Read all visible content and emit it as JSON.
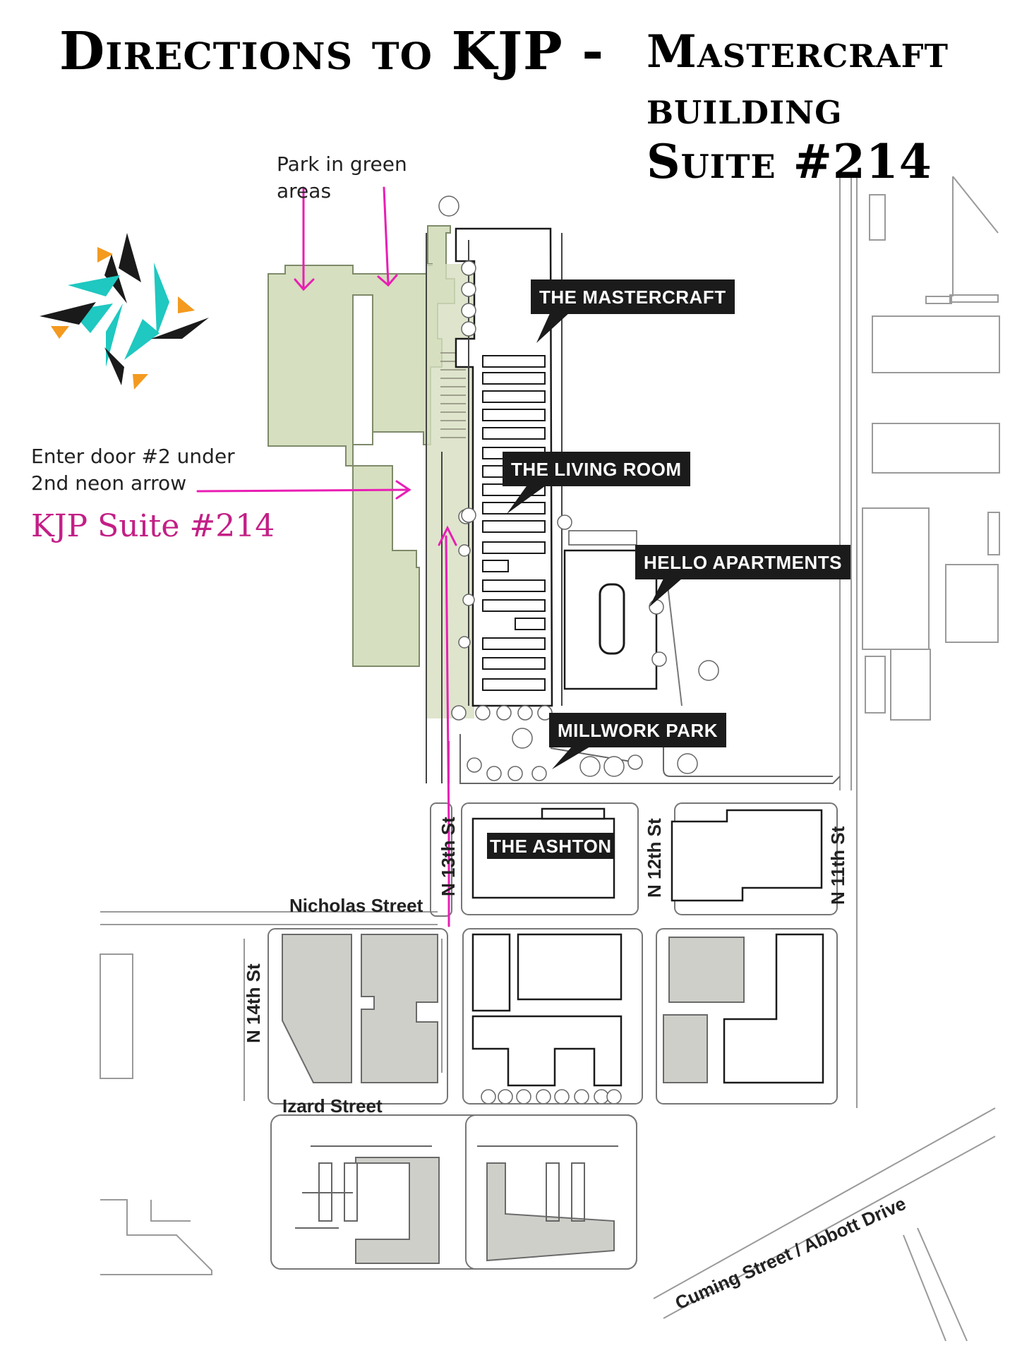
{
  "title": {
    "line1": "Directions to KJP -",
    "line2": "Mastercraft",
    "line3": "building",
    "line4": "Suite #214"
  },
  "notes": {
    "park_line1": "Park in green",
    "park_line2": "areas",
    "enter_line1": "Enter door #2 under",
    "enter_line2": "2nd neon arrow",
    "suite": "KJP Suite #214"
  },
  "labels": {
    "mastercraft": "THE MASTERCRAFT",
    "living_room": "THE LIVING ROOM",
    "hello": "HELLO APARTMENTS",
    "millwork": "MILLWORK PARK",
    "ashton": "THE ASHTON"
  },
  "streets": {
    "n13": "N 13th St",
    "n12": "N 12th St",
    "n11": "N 11th St",
    "n14": "N 14th St",
    "nicholas": "Nicholas Street",
    "izard": "Izard Street",
    "cuming": "Cuming Street / Abbott Drive"
  },
  "colors": {
    "parking_green": "#d6dfbf",
    "arrow_magenta": "#e91eb4",
    "building_gray": "#cfcfca",
    "label_bg": "#1b1b1b",
    "logo_teal": "#1fc8c0",
    "logo_orange": "#f39a1f",
    "logo_black": "#1a1a1a"
  }
}
